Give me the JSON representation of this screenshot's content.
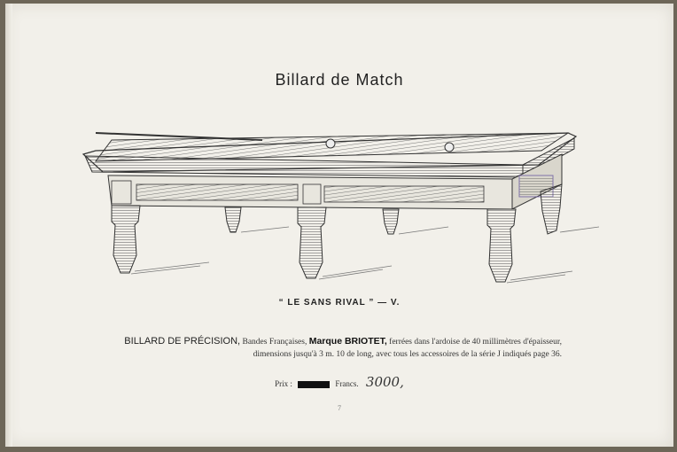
{
  "page": {
    "title": "Billard de Match",
    "caption": "“ LE SANS RIVAL ” — V.",
    "description": {
      "lead": "BILLARD DE PRÉCISION,",
      "part1": " Bandes Françaises, ",
      "brand": "Marque BRIOTET,",
      "part2": " ferrées dans l'ardoise de 40 millimètres d'épaisseur, dimensions jusqu'à 3 m. 10 de long, avec tous les accessoires de la série J indiqués page 36."
    },
    "price": {
      "label": "Prix :",
      "unit": "Francs.",
      "handwritten": "3000,"
    },
    "page_number": "7"
  },
  "colors": {
    "paper": "#f2f0ea",
    "ink": "#222222",
    "background": "#6d6658"
  }
}
